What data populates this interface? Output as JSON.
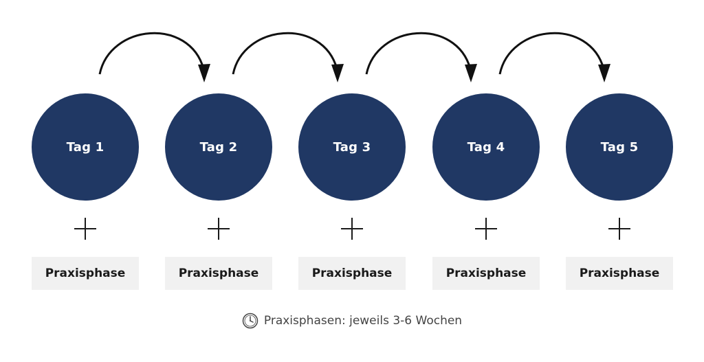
{
  "days": [
    {
      "label": "Tag 1",
      "phase": "Praxisphase"
    },
    {
      "label": "Tag 2",
      "phase": "Praxisphase"
    },
    {
      "label": "Tag 3",
      "phase": "Praxisphase"
    },
    {
      "label": "Tag 4",
      "phase": "Praxisphase"
    },
    {
      "label": "Tag 5",
      "phase": "Praxisphase"
    }
  ],
  "footer": {
    "icon": "clock-icon",
    "text": "Praxisphasen: jeweils 3-6 Wochen"
  },
  "colors": {
    "circle": "#203864",
    "phase_box": "#f1f1f1",
    "arrow": "#111111"
  }
}
